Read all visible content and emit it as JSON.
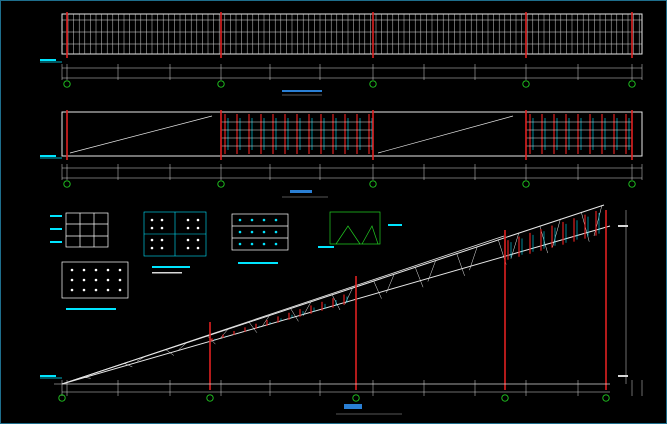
{
  "drawing": {
    "background": "#000000",
    "colors": {
      "steel_member": "#e8e8e8",
      "column": "#e02020",
      "grid_circle": "#22cc22",
      "dimension": "#d8d8d8",
      "annotation_cyan": "#00e5ff",
      "title_highlight": "#2a7fd4",
      "detail_plate": "#ffffff"
    },
    "views": [
      {
        "id": "elevation",
        "kind": "elevation-truss"
      },
      {
        "id": "plan",
        "kind": "plan-bracing"
      },
      {
        "id": "section",
        "kind": "inclined-conveyor-truss"
      },
      {
        "id": "details",
        "kind": "connection-details"
      }
    ],
    "icons": {
      "grid_axis": "grid-axis-circle-icon",
      "level_marker": "level-marker-icon"
    }
  }
}
